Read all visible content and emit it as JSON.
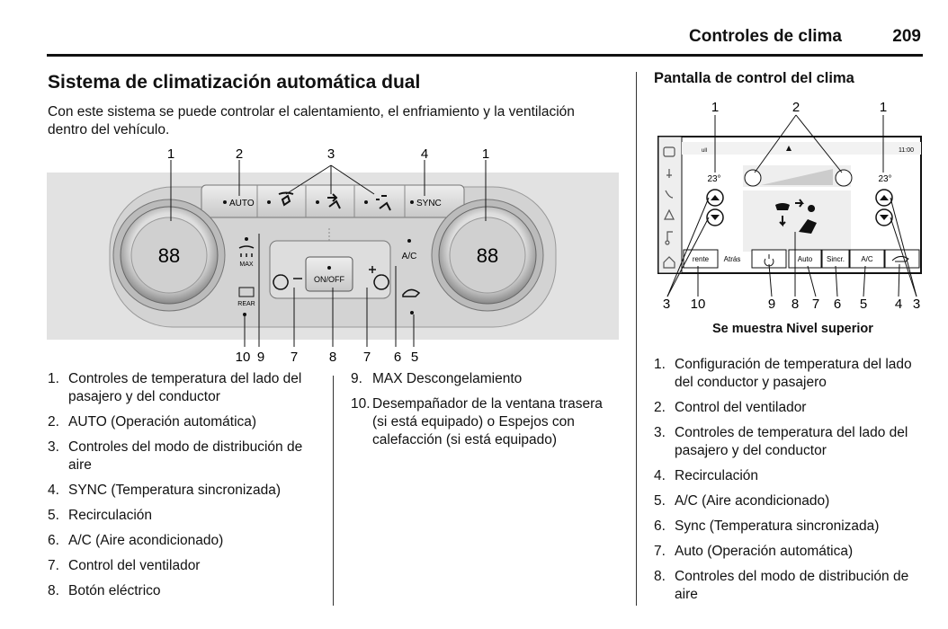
{
  "header": {
    "title": "Controles de clima",
    "page": "209"
  },
  "left": {
    "title": "Sistema de climatización automática dual",
    "intro": "Con este sistema se puede controlar el calentamiento, el enfriamiento y la ventilación dentro del vehículo.",
    "panel": {
      "labels": {
        "auto": "AUTO",
        "sync": "SYNC",
        "onoff": "ON/OFF",
        "max": "MAX",
        "ac": "A/C",
        "rear": "REAR",
        "temp_left": "88",
        "temp_right": "88"
      },
      "callouts_top": [
        "1",
        "2",
        "3",
        "4",
        "1"
      ],
      "callouts_bottom": [
        "10",
        "9",
        "7",
        "8",
        "7",
        "6",
        "5"
      ]
    },
    "list1": [
      {
        "n": "1.",
        "text": "Controles de temperatura del lado del pasajero y del conductor"
      },
      {
        "n": "2.",
        "text": "AUTO (Operación automática)"
      },
      {
        "n": "3.",
        "text": "Controles del modo de distribución de aire"
      },
      {
        "n": "4.",
        "text": "SYNC (Temperatura sincronizada)"
      },
      {
        "n": "5.",
        "text": "Recirculación"
      },
      {
        "n": "6.",
        "text": "A/C (Aire acondicionado)"
      },
      {
        "n": "7.",
        "text": "Control del ventilador"
      },
      {
        "n": "8.",
        "text": "Botón eléctrico"
      }
    ],
    "list2": [
      {
        "n": "9.",
        "text": "MAX Descongelamiento"
      },
      {
        "n": "10.",
        "text": "Desempañador de la ventana trasera (si está equipado) o Espejos con calefacción (si está equipado)"
      }
    ]
  },
  "right": {
    "title": "Pantalla de control del clima",
    "screen": {
      "time": "11:00",
      "temp_left": "23°",
      "temp_right": "23°",
      "buttons": [
        "rente",
        "Atrás",
        "",
        "Auto",
        "Sincr.",
        "A/C",
        ""
      ],
      "callouts_top": [
        "1",
        "2",
        "1"
      ],
      "callouts_bottom": [
        "3",
        "10",
        "9",
        "8",
        "7",
        "6",
        "5",
        "4",
        "3"
      ]
    },
    "caption": "Se muestra Nivel superior",
    "list": [
      {
        "n": "1.",
        "text": "Configuración de temperatura del lado del conductor y pasajero"
      },
      {
        "n": "2.",
        "text": "Control del ventilador"
      },
      {
        "n": "3.",
        "text": "Controles de temperatura del lado del pasajero y del conductor"
      },
      {
        "n": "4.",
        "text": "Recirculación"
      },
      {
        "n": "5.",
        "text": "A/C (Aire acondicionado)"
      },
      {
        "n": "6.",
        "text": "Sync (Temperatura sincronizada)"
      },
      {
        "n": "7.",
        "text": "Auto (Operación automática)"
      },
      {
        "n": "8.",
        "text": "Controles del modo de distribución de aire"
      }
    ]
  }
}
